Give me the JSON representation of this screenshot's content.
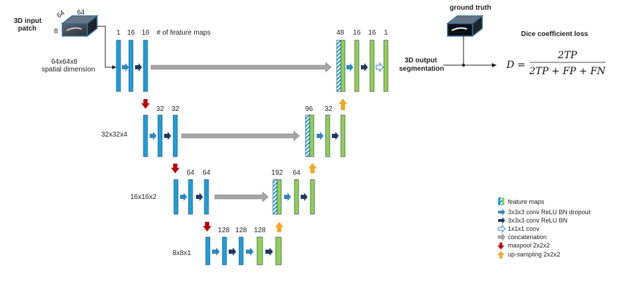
{
  "input": {
    "title_line1": "3D input",
    "title_line2": "patch",
    "dim_a": "64",
    "dim_b": "64",
    "dim_c": "8",
    "spatial_line1": "64x64x8",
    "spatial_line2": "spatial dimension"
  },
  "feature_maps_caption": "# of feature maps",
  "levels": {
    "l1": {
      "enc_counts": [
        "1",
        "16",
        "16"
      ],
      "dec_counts": [
        "48",
        "16",
        "16",
        "1"
      ]
    },
    "l2": {
      "spatial": "32x32x4",
      "enc_counts": [
        "32",
        "32"
      ],
      "dec_counts": [
        "96",
        "32"
      ]
    },
    "l3": {
      "spatial": "16x16x2",
      "enc_counts": [
        "64",
        "64"
      ],
      "dec_counts": [
        "192",
        "64"
      ]
    },
    "l4": {
      "spatial": "8x8x1",
      "counts": [
        "128",
        "128",
        "128"
      ]
    }
  },
  "output": {
    "line1": "3D output",
    "line2": "segmentation"
  },
  "ground_truth_label": "ground  truth",
  "loss": {
    "title": "Dice coefficient loss",
    "lhs": "D =",
    "numerator": "2TP",
    "denominator": "2TP + FP + FN"
  },
  "legend": [
    {
      "icon": "feature-maps",
      "label": "feature maps"
    },
    {
      "icon": "arrow-light-blue",
      "label": "3x3x3 conv ReLU BN dropout"
    },
    {
      "icon": "arrow-navy",
      "label": "3x3x3 conv ReLU BN"
    },
    {
      "icon": "arrow-outline",
      "label": "1x1x1 conv"
    },
    {
      "icon": "arrow-gray",
      "label": "concatenation"
    },
    {
      "icon": "arrow-down-red",
      "label": "maxpool 2x2x2"
    },
    {
      "icon": "arrow-up-orange",
      "label": "up-sampling 2x2x2"
    }
  ],
  "colors": {
    "encoder_blue": "#1aa0dc",
    "decoder_green": "#92d050",
    "arrow_light_blue": "#2e86c1",
    "arrow_navy": "#1f3864",
    "concat_gray": "#a6a6a6",
    "maxpool_red": "#c00000",
    "upsample_orange": "#f5a623"
  }
}
